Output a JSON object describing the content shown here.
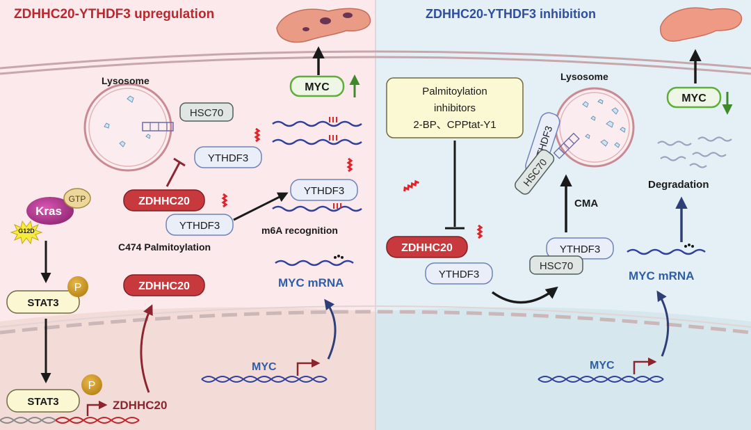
{
  "panels": {
    "left_title": "ZDHHC20-YTHDF3 upregulation",
    "right_title": "ZDHHC20-YTHDF3 inhibition"
  },
  "left": {
    "lysosome": "Lysosome",
    "hsc70": "HSC70",
    "ythdf3_top": "YTHDF3",
    "ythdf3_mid": "YTHDF3",
    "ythdf3_bound": "YTHDF3",
    "zdhhc20_cyto": "ZDHHC20",
    "zdhhc20_low": "ZDHHC20",
    "zdhhc20_gene": "ZDHHC20",
    "c474": "C474 Palmitoylation",
    "m6a": "m6A recognition",
    "myc_protein": "MYC",
    "myc_mrna": "MYC mRNA",
    "myc_gene": "MYC",
    "kras": "Kras",
    "gtp": "GTP",
    "g12d": "G12D",
    "stat3_cyto": "STAT3",
    "stat3_nuc": "STAT3",
    "p1": "P",
    "p2": "P"
  },
  "right": {
    "inhibitors_line1": "Palmitoylation",
    "inhibitors_line2": "inhibitors",
    "inhibitors_line3": "2-BP、CPPtat-Y1",
    "lysosome": "Lysosome",
    "ythdf3_lys": "YTHDF3",
    "hsc70_lys": "HSC70",
    "cma": "CMA",
    "ythdf3_free": "YTHDF3",
    "hsc70_free": "HSC70",
    "zdhhc20": "ZDHHC20",
    "ythdf3_zd": "YTHDF3",
    "myc_protein": "MYC",
    "degradation": "Degradation",
    "myc_mrna": "MYC mRNA",
    "myc_gene": "MYC"
  },
  "colors": {
    "left_bg_top": "#fbe9ec",
    "left_bg_nucleus": "#f4dcd8",
    "right_bg_top": "#e4f0f6",
    "right_bg_nucleus": "#d7e8ee",
    "zdhhc20_fill": "#c8393e",
    "ythdf3_fill": "#e9eef8",
    "ythdf3_stroke": "#6d83b8",
    "myc_box_stroke": "#5fae3c",
    "myc_text_blue": "#2f5ea8",
    "dna_blue": "#2f3f9a",
    "palmitoyl_red": "#e0242a",
    "arrow_green": "#3e8a2a",
    "arrow_darkred": "#8b2630",
    "arrow_navy": "#2e3f78",
    "title_left": "#b8282e",
    "title_right": "#2f4f9e"
  }
}
